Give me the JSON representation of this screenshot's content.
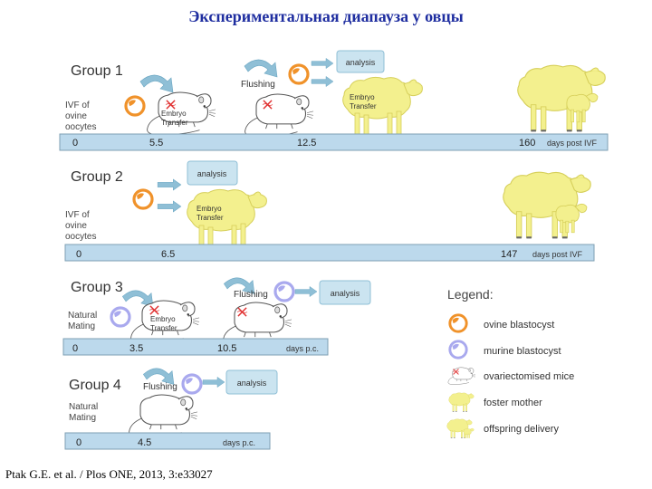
{
  "title": "Экспериментальная диапауза у овцы",
  "citation": "Ptak G.E. et al. / Plos ONE, 2013, 3:e33027",
  "colors": {
    "ovine_blastocyst": "#f0922a",
    "murine_blastocyst": "#a9a9ee",
    "sheep": "#f3f08e",
    "timeline_bar": "#bcd9ec",
    "analysis_box": "#cbe4f0",
    "arrow": "#8fbfd6"
  },
  "groups": [
    {
      "label": "Group 1",
      "source": [
        "IVF of",
        "ovine",
        "oocytes"
      ],
      "timeline": [
        "0",
        "5.5",
        "12.5",
        "160"
      ],
      "unit": "days post IVF",
      "step_labels": {
        "transfer_1": [
          "Embryo",
          "Transfer"
        ],
        "flushing": "Flushing",
        "transfer_2": [
          "Embryo",
          "Transfer"
        ],
        "analysis": "analysis"
      }
    },
    {
      "label": "Group 2",
      "source": [
        "IVF of",
        "ovine",
        "oocytes"
      ],
      "timeline": [
        "0",
        "6.5",
        "147"
      ],
      "unit": "days post IVF",
      "step_labels": {
        "analysis": "analysis",
        "transfer": [
          "Embryo",
          "Transfer"
        ]
      }
    },
    {
      "label": "Group 3",
      "source": [
        "Natural",
        "Mating"
      ],
      "timeline": [
        "0",
        "3.5",
        "10.5"
      ],
      "unit": "days p.c.",
      "step_labels": {
        "transfer": [
          "Embryo",
          "Transfer"
        ],
        "flushing": "Flushing",
        "analysis": "analysis"
      }
    },
    {
      "label": "Group 4",
      "source": [
        "Natural",
        "Mating"
      ],
      "timeline": [
        "0",
        "4.5"
      ],
      "unit": "days p.c.",
      "step_labels": {
        "flushing": "Flushing",
        "analysis": "analysis"
      }
    }
  ],
  "legend": {
    "title": "Legend:",
    "items": [
      "ovine blastocyst",
      "murine blastocyst",
      "ovariectomised mice",
      "foster mother",
      "offspring delivery"
    ]
  }
}
